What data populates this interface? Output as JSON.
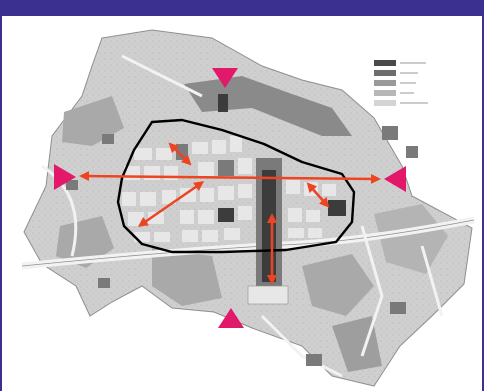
{
  "colors": {
    "frame": "#3b2f8f",
    "paper": "#ffffff",
    "ground": "#cfcfcf",
    "ground_dark": "#a9a9a9",
    "water": "#8a8a8a",
    "built": "#7a7a7a",
    "built_dark": "#3c3c3c",
    "blocks": "#e7e7e7",
    "roads": "#f2f2f2",
    "boundary": "#000000",
    "arrows": "#ee4422",
    "markers": "#e2186a"
  },
  "plan": {
    "legend": {
      "rows": 5,
      "swatches": [
        "#4a4a4a",
        "#6d6d6d",
        "#9a9a9a",
        "#b7b7b7",
        "#d4d4d4"
      ]
    },
    "access_markers": [
      "north",
      "west",
      "east",
      "south"
    ],
    "axes": [
      "east-west",
      "north-south",
      "northeast-southwest",
      "northwest",
      "southeast"
    ]
  }
}
